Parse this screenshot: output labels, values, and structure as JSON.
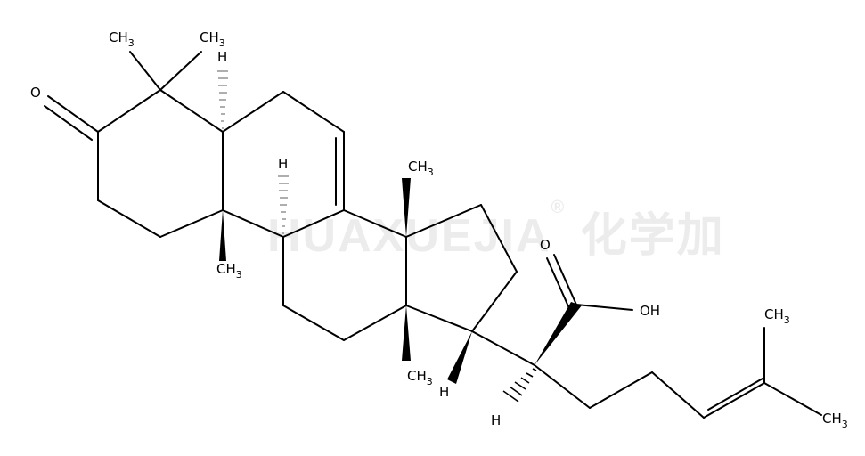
{
  "watermark": {
    "latin": "HUAXUEJIA",
    "registered": "®",
    "cjk": "化学加"
  },
  "labels": {
    "ketone_o": "O",
    "h_c5": "H",
    "h_c9": "H",
    "h_c17": "H",
    "h_c20": "H",
    "acid_o": "O",
    "acid_oh": "OH",
    "methyl_c4a": "CH3",
    "methyl_c4b": "CH3",
    "methyl_c10": "CH3",
    "methyl_c13": "CH3",
    "methyl_c14": "CH3",
    "methyl_c26": "CH3",
    "methyl_c27": "CH3"
  },
  "colors": {
    "bond": "#000000",
    "stereo_hash": "#9a9a9a",
    "watermark": "#ececec"
  }
}
